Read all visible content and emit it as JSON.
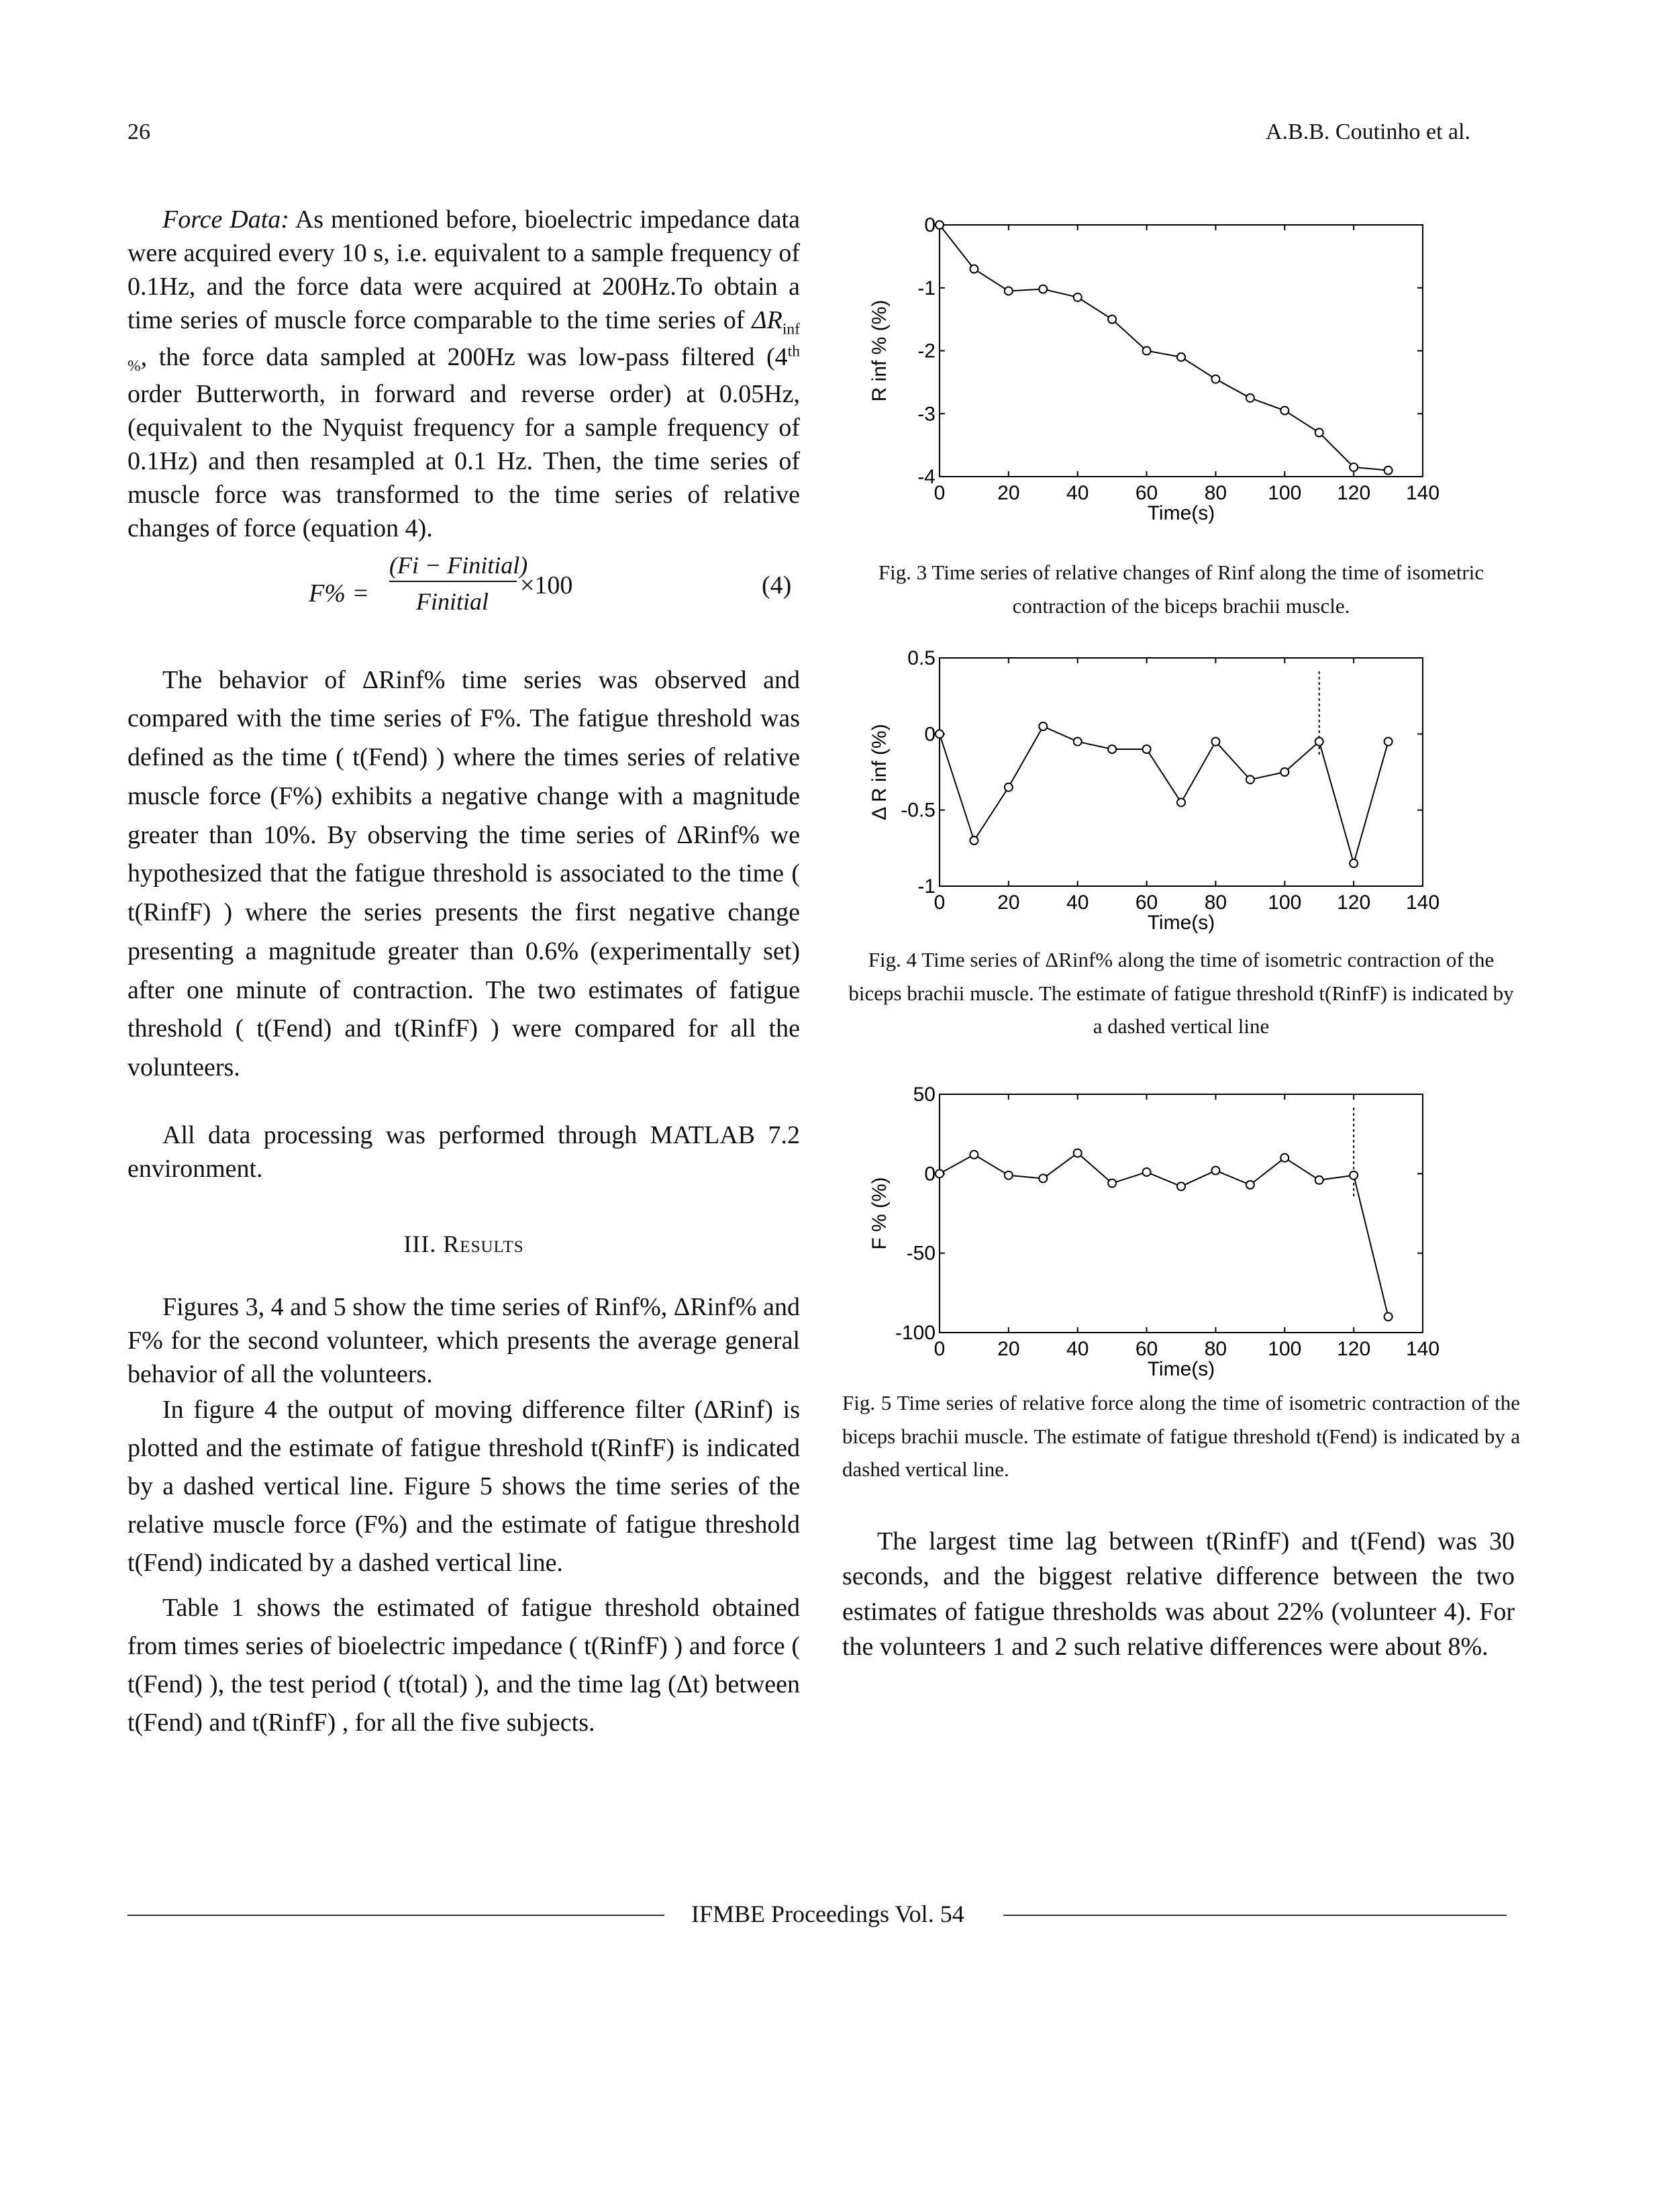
{
  "header": {
    "page_number": "26",
    "authors": "A.B.B. Coutinho et al."
  },
  "left": {
    "p1_lead": "Force Data:",
    "p1_a": " As mentioned before, bioelectric impedance data were acquired every 10 s, i.e. equivalent to a sample frequency of 0.1Hz, and the force data were acquired at 200Hz.To obtain a time series of muscle force comparable to the time series of ",
    "p1_sym": "ΔR",
    "p1_sub": "inf %",
    "p1_b": ", the force data sampled at 200Hz was low-pass filtered (4",
    "p1_sup": "th",
    "p1_c": " order Butterworth, in forward and reverse order) at 0.05Hz, (equivalent to the Nyquist frequency for a sample frequency of 0.1Hz) and then resampled at 0.1 Hz. Then, the time series of muscle force was transformed to the time series of relative changes of force (equation 4).",
    "eq_lhs": "F% =",
    "eq_num": "(Fi − Finitial)",
    "eq_den": "Finitial",
    "eq_mult": "×100",
    "eq_number": "(4)",
    "p2": "The behavior of ΔRinf% time series was observed and compared with the time series of F%. The fatigue threshold was defined as the time ( t(Fend) ) where the times series of relative muscle force (F%) exhibits a negative change with a magnitude greater than 10%. By observing the time series of ΔRinf% we hypothesized that the fatigue threshold is associated to the time ( t(RinfF) ) where the series presents the first negative change presenting a magnitude greater than 0.6% (experimentally set) after one minute of contraction. The two estimates of fatigue threshold ( t(Fend) and t(RinfF) ) were compared for all the volunteers.",
    "p3": "All data processing was performed through MATLAB 7.2 environment.",
    "section_num": "III.",
    "section_title": "Results",
    "p4": "Figures 3, 4 and 5 show the time series of Rinf%, ΔRinf% and F% for the second volunteer, which presents the average general behavior of all the volunteers.",
    "p5": "In figure 4 the output of moving difference filter (ΔRinf) is plotted and the estimate of fatigue threshold t(RinfF) is indicated by a dashed vertical line. Figure 5 shows the time series of the relative muscle force (F%) and the estimate of fatigue threshold t(Fend) indicated by a dashed vertical line.",
    "p6": "Table 1 shows the estimated of fatigue threshold obtained from times series of bioelectric impedance ( t(RinfF) ) and force ( t(Fend) ), the test period ( t(total) ), and the time lag (Δt) between t(Fend) and t(RinfF) , for all the five subjects."
  },
  "right": {
    "fig3_caption": "Fig. 3 Time series of relative changes of Rinf along the time of isometric contraction of the biceps brachii muscle.",
    "fig4_caption": "Fig. 4 Time series of ΔRinf% along the time of isometric contraction of the biceps brachii muscle. The estimate of fatigue threshold t(RinfF) is indicated by a dashed vertical line",
    "fig5_caption": "Fig. 5 Time series of relative force along the time of isometric contraction of the biceps brachii muscle. The estimate of fatigue threshold t(Fend) is indicated by a dashed vertical line.",
    "p7": "The largest time lag between t(RinfF) and t(Fend) was 30 seconds, and the biggest relative difference between the two estimates of fatigue thresholds was about 22% (volunteer 4). For the volunteers 1 and 2 such relative differences were about 8%."
  },
  "footer": {
    "text": "IFMBE Proceedings Vol. 54"
  },
  "chart_data": [
    {
      "type": "line",
      "xlabel": "Time(s)",
      "ylabel": "R inf % (%)",
      "xlim": [
        0,
        140
      ],
      "ylim": [
        -4,
        0
      ],
      "xticks": [
        "0",
        "20",
        "40",
        "60",
        "80",
        "100",
        "120",
        "140"
      ],
      "yticks": [
        "0",
        "-1",
        "-2",
        "-3",
        "-4"
      ],
      "x": [
        0,
        10,
        20,
        30,
        40,
        50,
        60,
        70,
        80,
        90,
        100,
        110,
        120,
        130
      ],
      "values": [
        0,
        -0.7,
        -1.05,
        -1.02,
        -1.15,
        -1.5,
        -2.0,
        -2.1,
        -2.45,
        -2.75,
        -2.95,
        -3.3,
        -3.85,
        -3.9
      ],
      "grid": false
    },
    {
      "type": "line",
      "xlabel": "Time(s)",
      "ylabel": "Δ R inf (%)",
      "xlim": [
        0,
        140
      ],
      "ylim": [
        -1,
        0.5
      ],
      "xticks": [
        "0",
        "20",
        "40",
        "60",
        "80",
        "100",
        "120",
        "140"
      ],
      "yticks": [
        "0.5",
        "0",
        "-0.5",
        "-1"
      ],
      "x": [
        0,
        10,
        20,
        30,
        40,
        50,
        60,
        70,
        80,
        90,
        100,
        110,
        120,
        130
      ],
      "values": [
        0,
        -0.7,
        -0.35,
        0.05,
        -0.05,
        -0.1,
        -0.1,
        -0.45,
        -0.05,
        -0.3,
        -0.25,
        -0.05,
        -0.85,
        -0.05
      ],
      "threshold_x": 110,
      "grid": false
    },
    {
      "type": "line",
      "xlabel": "Time(s)",
      "ylabel": "F % (%)",
      "xlim": [
        0,
        140
      ],
      "ylim": [
        -100,
        50
      ],
      "xticks": [
        "0",
        "20",
        "40",
        "60",
        "80",
        "100",
        "120",
        "140"
      ],
      "yticks": [
        "50",
        "0",
        "-50",
        "-100"
      ],
      "x": [
        0,
        10,
        20,
        30,
        40,
        50,
        60,
        70,
        80,
        90,
        100,
        110,
        120,
        130
      ],
      "values": [
        0,
        12,
        -1,
        -3,
        13,
        -6,
        1,
        -8,
        2,
        -7,
        10,
        -4,
        -1,
        -90
      ],
      "threshold_x": 120,
      "grid": false
    }
  ]
}
